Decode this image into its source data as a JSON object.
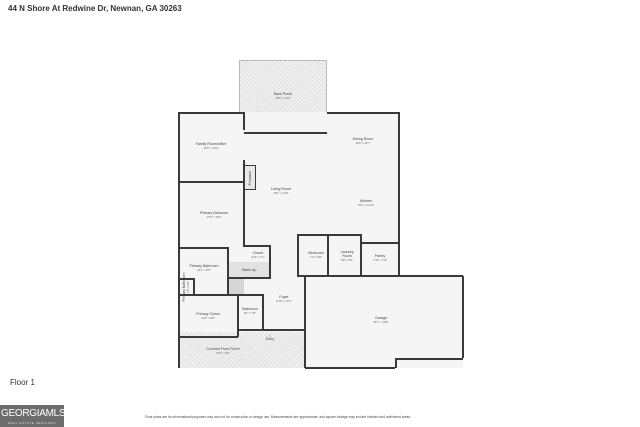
{
  "header": {
    "address": "44 N Shore At Redwine Dr, Newnan, GA 30263"
  },
  "rooms": {
    "back_porch": {
      "name": "Back Porch",
      "dims": "18'6\" x 15'0\""
    },
    "family_room": {
      "name": "Family Room/office",
      "dims": "12'8\" x 14'2\""
    },
    "dining_room": {
      "name": "Dining Room",
      "dims": "16'6\" x 12'7\""
    },
    "fireplace": {
      "name": "Fireplace"
    },
    "living_room": {
      "name": "Living Room",
      "dims": "18'1\" x 24'0\""
    },
    "kitchen": {
      "name": "Kitchen",
      "dims": "15'6\" x 14'10\""
    },
    "primary_bedroom": {
      "name": "Primary Bedroom",
      "dims": "17'8\" x 16'2\""
    },
    "closet": {
      "name": "Closet",
      "dims": "6'10\" x 3'7\""
    },
    "stairs": {
      "name": "Stairs Up"
    },
    "primary_bathroom": {
      "name": "Primary Bathroom",
      "dims": "16'2\" x 9'8\""
    },
    "primary_bathroom_2": {
      "name": "Primary Bathroom",
      "dims": "3'2\" x 8'9\""
    },
    "mudroom": {
      "name": "Mudroom",
      "dims": "7'3\" x 8'8\""
    },
    "laundry": {
      "name": "Laundry Room",
      "dims": "5'8\" x 8'9\""
    },
    "pantry": {
      "name": "Pantry",
      "dims": "7'10\" x 7'8\""
    },
    "foyer": {
      "name": "Foyer",
      "dims": "8'10\" x 17'2\""
    },
    "primary_closet": {
      "name": "Primary Closet",
      "dims": "12'8\" x 8'8\""
    },
    "bathroom": {
      "name": "Bathroom",
      "dims": "8'1\" x 7'0\""
    },
    "garage": {
      "name": "Garage",
      "dims": "26'7\" x 19'8\""
    },
    "entry": {
      "name": "Entry"
    },
    "front_porch": {
      "name": "Covered Front Porch",
      "dims": "37'6\" x 8'0\""
    }
  },
  "footer": {
    "floor_label": "Floor 1",
    "logo_text": "GEORGIAMLS",
    "logo_sub": "REAL ESTATE SERVICES",
    "disclaimer": "Floor plans are for informational purposes only and not for construction or design use. Measurements are approximate, and square footage may include finished and unfinished areas."
  },
  "colors": {
    "wall": "#3a3a3a",
    "floor": "#f5f5f5",
    "logo_bg": "#6d6d6d"
  }
}
